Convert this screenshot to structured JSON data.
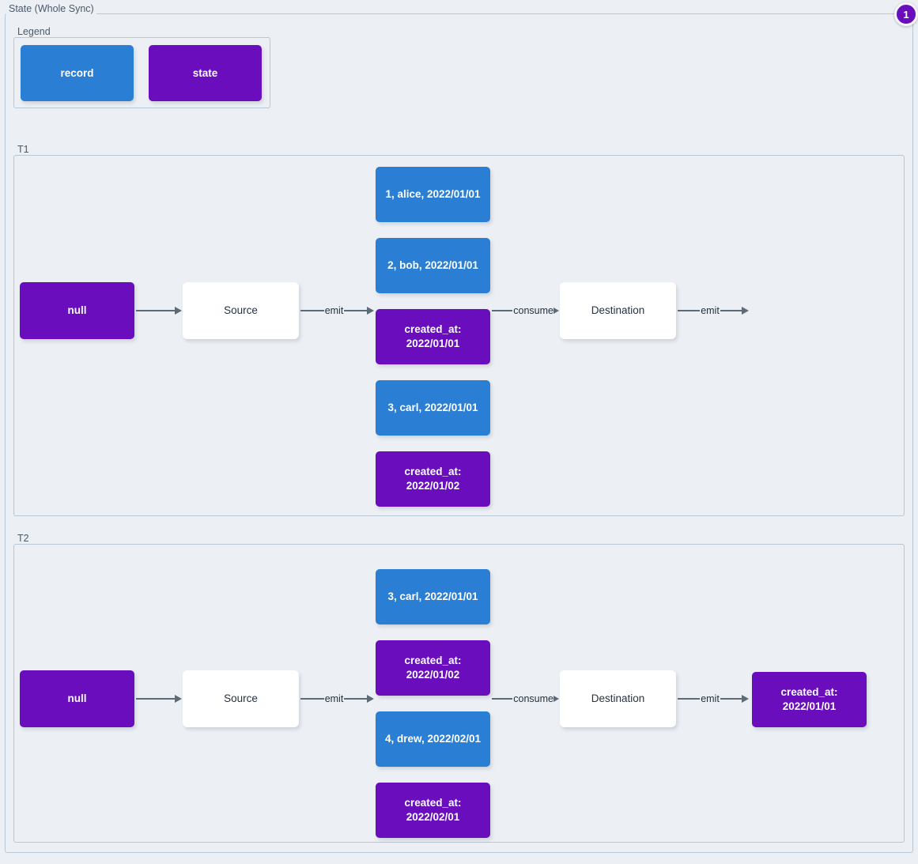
{
  "diagram": {
    "title": "State (Whole Sync)",
    "badge": "1",
    "colors": {
      "record": "#2a7fd4",
      "state": "#6a0dbd",
      "plain": "#ffffff",
      "background": "#eceff4",
      "edge": "#5d6b77",
      "frame_border": "#b9c6d4"
    }
  },
  "legend": {
    "label": "Legend",
    "items": [
      {
        "label": "record",
        "kind": "record"
      },
      {
        "label": "state",
        "kind": "state"
      }
    ]
  },
  "t1": {
    "label": "T1",
    "state_in": "null",
    "source": "Source",
    "destination": "Destination",
    "emit_label_1": "emit",
    "consume_label": "consume",
    "emit_label_2": "emit",
    "start_arrow_label": "",
    "payload": [
      {
        "kind": "record",
        "text": "1, alice, 2022/01/01"
      },
      {
        "kind": "record",
        "text": "2, bob, 2022/01/01"
      },
      {
        "kind": "state",
        "text": "created_at:\n2022/01/01"
      },
      {
        "kind": "record",
        "text": "3, carl, 2022/01/01"
      },
      {
        "kind": "state",
        "text": "created_at:\n2022/01/02"
      }
    ]
  },
  "t2": {
    "label": "T2",
    "state_in": "null",
    "source": "Source",
    "destination": "Destination",
    "emit_label_1": "emit",
    "consume_label": "consume",
    "emit_label_2": "emit",
    "payload": [
      {
        "kind": "record",
        "text": "3, carl, 2022/01/01"
      },
      {
        "kind": "state",
        "text": "created_at:\n2022/01/02"
      },
      {
        "kind": "record",
        "text": "4, drew, 2022/02/01"
      },
      {
        "kind": "state",
        "text": "created_at:\n2022/02/01"
      }
    ],
    "state_out": "created_at:\n2022/01/01"
  }
}
